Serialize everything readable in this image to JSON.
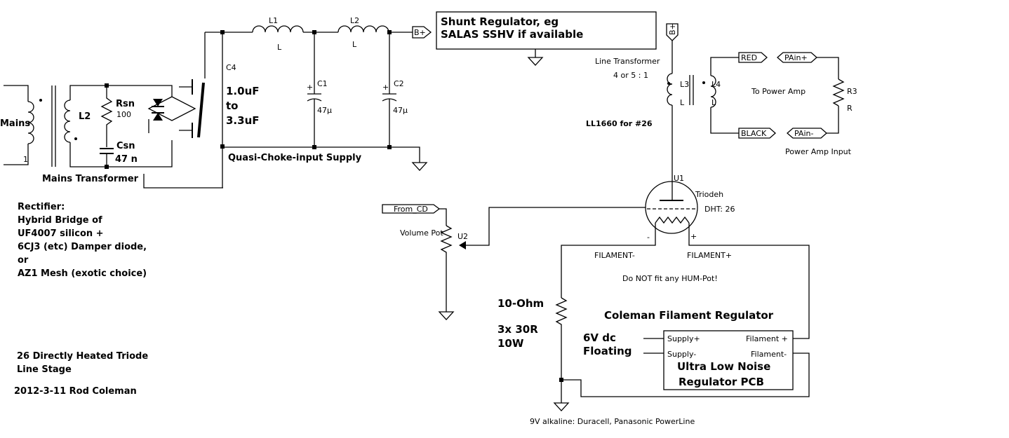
{
  "blocks": {
    "shunt_regulator": [
      "Shunt Regulator, eg",
      "SALAS SSHV if available"
    ],
    "coleman_title": "Coleman Filament Regulator",
    "pcb": [
      "Ultra Low Noise",
      "Regulator PCB"
    ],
    "supply_plus": "Supply+",
    "supply_minus": "Supply-",
    "filament_plus_pin": "Filament +",
    "filament_minus_pin": "Filament-"
  },
  "components": {
    "mains": "Mains",
    "mains_one": "1",
    "l2_primary": "L2",
    "rsn": "Rsn",
    "rsn_value": "100",
    "csn": "Csn",
    "csn_value": "47  n",
    "mains_transformer": "Mains Transformer",
    "c4": "C4",
    "c4_value": [
      "1.0uF",
      "to",
      "3.3uF"
    ],
    "l1": "L1",
    "l1_sub": "L",
    "l2_choke": "L2",
    "l2_sub": "L",
    "c1": "C1",
    "c1_value": "47µ",
    "c2": "C2",
    "c2_value": "47µ",
    "plus_sign": "+",
    "bplus": "B+",
    "quasi": "Quasi-Choke-input Supply",
    "line_transformer": "Line Transformer",
    "ratio": "4 or 5 : 1",
    "l3": "L3",
    "l3_sub": "L",
    "l4": "L4",
    "l4_sub": "L",
    "ll1660": "LL1660 for #26",
    "red": "RED",
    "black": "BLACK",
    "pain_plus": "PAin+",
    "pain_minus": "PAin-",
    "to_power_amp": "To Power Amp",
    "r3": "R3",
    "r3_sub": "R",
    "power_amp_input": "Power Amp Input",
    "u1": "U1",
    "triodeh": "Triodeh",
    "dht": "DHT:  26",
    "minus_sign": "-",
    "from_cd": "From_CD",
    "volume_pot": "Volume Pot",
    "u2": "U2",
    "filament_minus": "FILAMENT-",
    "filament_plus": "FILAMENT+",
    "no_hum_pot": "Do NOT fit any HUM-Pot!",
    "ten_ohm": "10-Ohm",
    "three_30r": "3x 30R",
    "ten_w": "10W",
    "six_v": "6V dc",
    "floating": "Floating",
    "battery": "9V alkaline: Duracell, Panasonic PowerLine"
  },
  "notes": {
    "rectifier": [
      "Rectifier:",
      "Hybrid Bridge of",
      "UF4007 silicon +",
      "6CJ3 (etc) Damper diode,",
      "or",
      "AZ1 Mesh (exotic choice)"
    ],
    "stage": [
      "26 Directly Heated Triode",
      "Line Stage"
    ],
    "credit": "2012-3-11 Rod Coleman"
  }
}
